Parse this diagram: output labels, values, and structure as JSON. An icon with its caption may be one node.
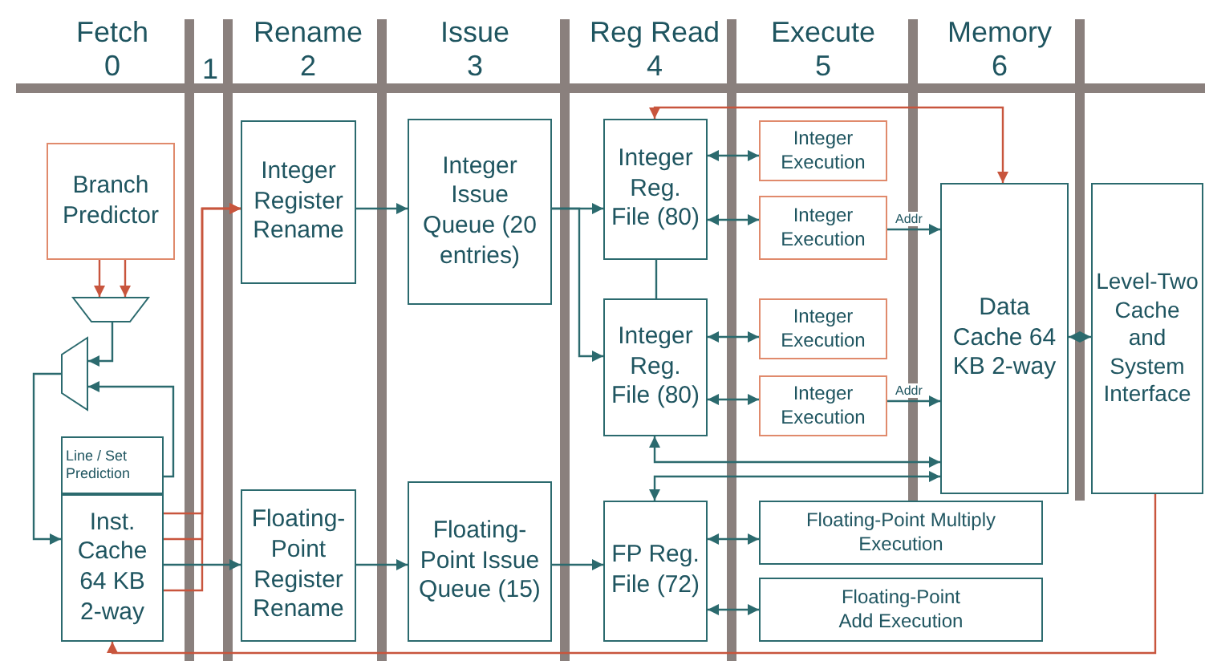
{
  "diagram": {
    "nodes": [
      {
        "text": [
          "Branch Predictor"
        ]
      },
      {
        "text": [],
        "shape": "trapezoid"
      },
      {
        "text": [],
        "shape": "trapezoid"
      },
      {
        "text": [
          "Line / Set Prediction"
        ]
      },
      {
        "text": [
          "Inst. Cache 64 KB 2-way"
        ]
      },
      {
        "text": [
          "Integer Register Rename"
        ]
      },
      {
        "text": [
          "Floating-Point Register Rename"
        ]
      },
      {
        "text": [
          "Integer Issue Queue (20 entries)"
        ]
      },
      {
        "text": [
          "Floating-Point Issue Queue (15)"
        ]
      },
      {
        "text": [
          "Integer Reg. File (80)"
        ]
      },
      {
        "text": [
          "Integer Reg. File (80)"
        ]
      },
      {
        "text": [
          "FP Reg. File (72)"
        ]
      },
      {
        "text": [
          "Integer Execution"
        ]
      },
      {
        "text": [
          "Integer Execution"
        ]
      },
      {
        "text": [
          "Integer Execution"
        ]
      },
      {
        "text": [
          "Integer Execution"
        ]
      },
      {
        "text": [
          "Floating-Point Multiply Execution"
        ]
      },
      {
        "text": [
          "Floating-Point Add Execution"
        ]
      },
      {
        "text": [
          "Data Cache 64 KB 2-way"
        ]
      },
      {
        "text": [
          "Level-Two Cache and System Interface"
        ]
      }
    ],
    "edges": [
      {
        "from": 0,
        "to": 1,
        "arrow": "to",
        "color": "#c8553d"
      },
      {
        "from": 0,
        "to": 1,
        "arrow": "to",
        "color": "#c8553d"
      },
      {
        "from": 1,
        "to": 2,
        "arrow": "to"
      },
      {
        "from": 3,
        "to": 2,
        "arrow": "to"
      },
      {
        "from": 2,
        "to": 4,
        "arrow": "to"
      },
      {
        "from": 4,
        "to": 5,
        "arrow": "to",
        "color": "#c8553d"
      },
      {
        "from": 4,
        "to": 5,
        "arrow": "to",
        "color": "#c8553d"
      },
      {
        "from": 4,
        "to": 5,
        "arrow": "to",
        "color": "#c8553d"
      },
      {
        "from": 4,
        "to": 6,
        "arrow": "to"
      },
      {
        "from": 5,
        "to": 7,
        "arrow": "to"
      },
      {
        "from": 6,
        "to": 8,
        "arrow": "to"
      },
      {
        "from": 7,
        "to": 9,
        "arrow": "to"
      },
      {
        "from": 7,
        "to": 10,
        "arrow": "to"
      },
      {
        "from": 8,
        "to": 11,
        "arrow": "to"
      },
      {
        "from": 9,
        "to": 12,
        "arrow": "both"
      },
      {
        "from": 9,
        "to": 13,
        "arrow": "both"
      },
      {
        "from": 10,
        "to": 14,
        "arrow": "both"
      },
      {
        "from": 10,
        "to": 15,
        "arrow": "both"
      },
      {
        "from": 9,
        "to": 10,
        "arrow": "none"
      },
      {
        "from": 13,
        "to": 18,
        "arrow": "to",
        "label": "Addr"
      },
      {
        "from": 15,
        "to": 18,
        "arrow": "to",
        "label": "Addr"
      },
      {
        "from": 18,
        "to": 9,
        "arrow": "both",
        "color": "#c8553d"
      },
      {
        "from": 10,
        "to": 18,
        "arrow": "both"
      },
      {
        "from": 11,
        "to": 18,
        "arrow": "both"
      },
      {
        "from": 18,
        "to": 19,
        "arrow": "both"
      },
      {
        "from": 19,
        "to": 4,
        "arrow": "to",
        "color": "#c8553d"
      },
      {
        "from": 11,
        "to": 16,
        "arrow": "both"
      },
      {
        "from": 11,
        "to": 17,
        "arrow": "both"
      }
    ],
    "labels": [
      "Fetch",
      "0",
      "1",
      "Rename",
      "2",
      "Issue",
      "3",
      "Reg Read",
      "4",
      "Execute",
      "5",
      "Memory",
      "6"
    ]
  }
}
